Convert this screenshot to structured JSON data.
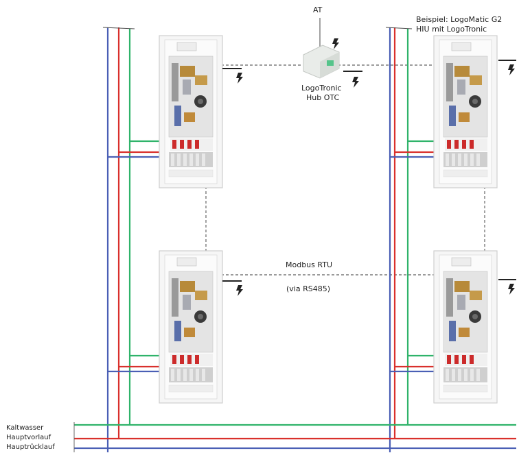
{
  "labels": {
    "at": "AT",
    "hub_line1": "LogoTronic",
    "hub_line2": "Hub OTC",
    "example_line1": "Beispiel: LogoMatic G2",
    "example_line2": "HIU mit LogoTronic",
    "modbus": "Modbus RTU",
    "rs485": "(via RS485)"
  },
  "legend": [
    {
      "label": "Kaltwasser",
      "color": "#2fb36a"
    },
    {
      "label": "Hauptvorlauf",
      "color": "#d9302c"
    },
    {
      "label": "Hauptrücklauf",
      "color": "#4a5fb5"
    }
  ],
  "colors": {
    "cold_water": "#2fb36a",
    "supply": "#d9302c",
    "return": "#4a5fb5",
    "signal": "#7a7a7a",
    "power": "#222222"
  },
  "icons": {
    "power": "lightning-bolt-icon",
    "hub": "hub-device-icon",
    "station": "hiu-station-icon"
  }
}
